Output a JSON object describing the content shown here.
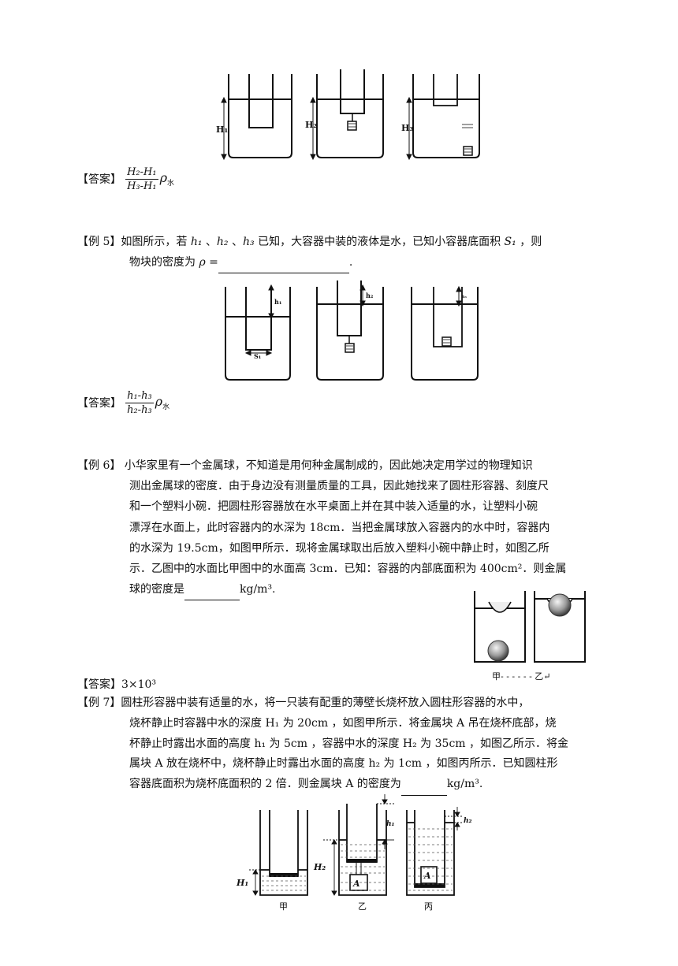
{
  "answer4": {
    "label": "【答案】",
    "num": "H₂-H₁",
    "den": "H₃-H₁",
    "rho": "ρ",
    "rho_sub": "水"
  },
  "fig4": {
    "labels": [
      "H₁",
      "H₂",
      "H₃"
    ]
  },
  "ex5": {
    "tag": "【例 5】",
    "line1_a": "如图所示，若 ",
    "h1": "h₁",
    "sep1": " 、",
    "h2": "h₂",
    "sep2": " 、",
    "h3": "h₃",
    "line1_b": " 已知，大容器中装的液体是水，已知小容器底面积 ",
    "s1": "S₁",
    "line1_c": " ，则",
    "line2_a": "物块的密度为 ",
    "rho_eq": "ρ ="
  },
  "fig5": {
    "labels": [
      "h₁",
      "h₂",
      "h₃",
      "S₁"
    ]
  },
  "answer5": {
    "label": "【答案】",
    "num": "h₁-h₃",
    "den": "h₂-h₃",
    "rho": "ρ",
    "rho_sub": "水"
  },
  "ex6": {
    "tag": "【例 6】",
    "lines": [
      " 小华家里有一个金属球，不知道是用何种金属制成的，因此她决定用学过的物理知识",
      "测出金属球的密度．由于身边没有测量质量的工具，因此她找来了圆柱形容器、刻度尺",
      "和一个塑料小碗．把圆柱形容器放在水平桌面上并在其中装入适量的水，让塑料小碗",
      "漂浮在水面上，此时容器内的水深为 18cm．当把金属球放入容器内的水中时，容器内",
      "的水深为 19.5cm，如图甲所示．现将金属球取出后放入塑料小碗中静止时，如图乙所",
      "示．乙图中的水面比甲图中的水面高 3cm．已知：容器的内部底面积为 400cm²．则金属"
    ],
    "last_a": "球的密度是",
    "last_b": "kg/m³."
  },
  "fig6": {
    "caption": "甲- - - - - - 乙↵"
  },
  "answer6": {
    "label": "【答案】",
    "value": "3×10³"
  },
  "ex7": {
    "tag": "【例 7】",
    "lines": [
      "圆柱形容器中装有适量的水，将一只装有配重的薄壁长烧杯放入圆柱形容器的水中，",
      "烧杯静止时容器中水的深度 H₁ 为 20cm ，如图甲所示．将金属块 A 吊在烧杯底部，烧",
      "杯静止时露出水面的高度 h₁ 为 5cm ，容器中水的深度 H₂ 为 35cm ，如图乙所示．将金",
      "属块 A 放在烧杯中，烧杯静止时露出水面的高度 h₂ 为 1cm ，如图丙所示．已知圆柱形"
    ],
    "last_a": "容器底面积为烧杯底面积的 2 倍．则金属块 A 的密度为",
    "last_b": "kg/m³."
  },
  "fig7": {
    "labels": [
      "H₁",
      "H₂",
      "h₁",
      "h₂",
      "A",
      "A"
    ],
    "captions": [
      "甲",
      "乙",
      "丙"
    ]
  }
}
